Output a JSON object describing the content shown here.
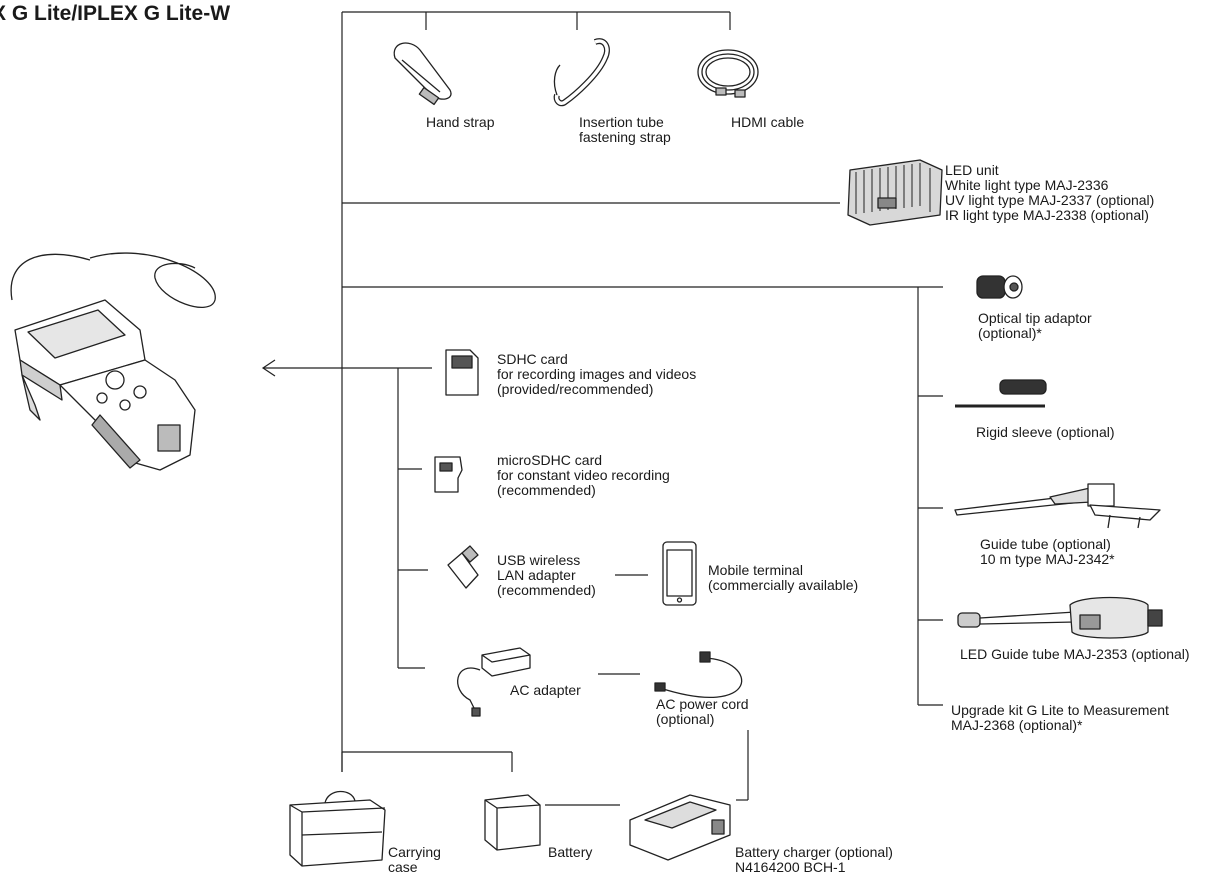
{
  "title": "X G Lite/IPLEX G Lite-W",
  "labels": {
    "hand_strap": "Hand strap",
    "insertion_tube_strap": "Insertion tube\nfastening strap",
    "hdmi_cable": "HDMI cable",
    "led_unit": "LED unit\nWhite light type MAJ-2336\nUV light type MAJ-2337 (optional)\nIR light type MAJ-2338 (optional)",
    "optical_tip_adaptor": "Optical tip adaptor\n(optional)*",
    "rigid_sleeve": "Rigid sleeve (optional)",
    "guide_tube": "Guide tube (optional)\n10 m type MAJ-2342*",
    "led_guide_tube": "LED Guide tube MAJ-2353 (optional)",
    "upgrade_kit": "Upgrade kit G Lite to Measurement\nMAJ-2368 (optional)*",
    "sdhc_card": "SDHC card\nfor recording images and videos\n(provided/recommended)",
    "microsdhc_card": "microSDHC card\nfor constant video recording\n(recommended)",
    "usb_wlan": "USB wireless\nLAN adapter\n(recommended)",
    "mobile_terminal": "Mobile terminal\n(commercially available)",
    "ac_adapter": "AC adapter",
    "ac_power_cord": "AC power cord\n(optional)",
    "carrying_case": "Carrying\ncase",
    "battery": "Battery",
    "battery_charger": "Battery charger (optional)\nN4164200 BCH-1"
  }
}
